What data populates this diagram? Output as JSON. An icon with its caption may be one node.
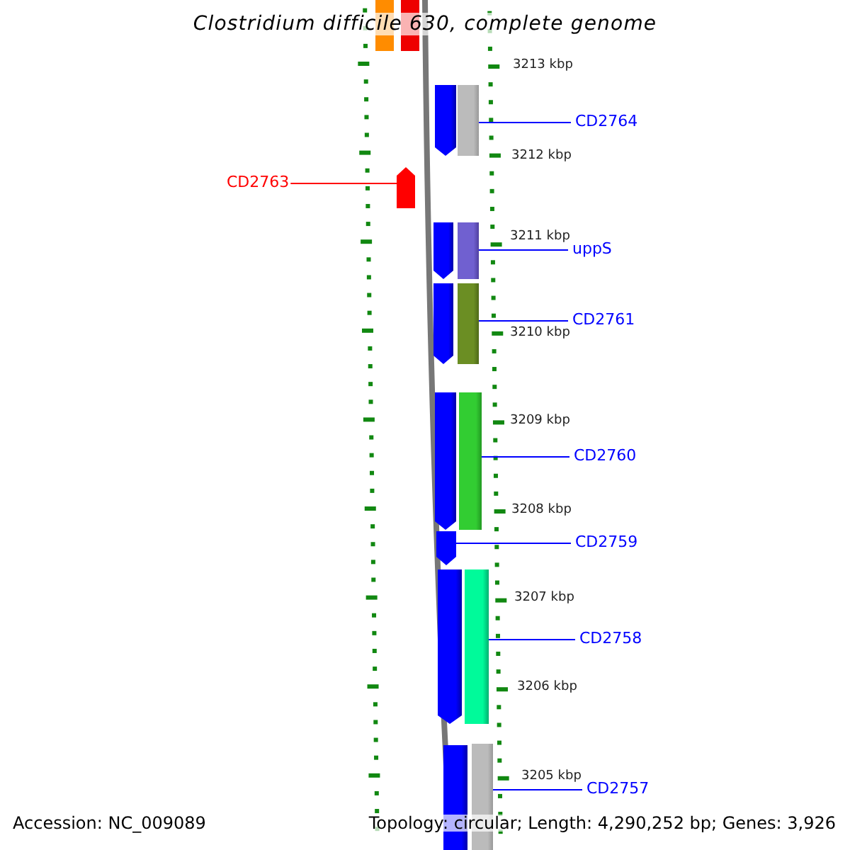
{
  "diagram": {
    "title": "Clostridium difficile 630, complete genome",
    "nodes": [
      {
        "text": [
          "CD2764"
        ]
      },
      {
        "text": [],
        "shape": "box"
      },
      {
        "text": [
          "CD2763"
        ]
      },
      {
        "text": [],
        "shape": "arrow"
      },
      {
        "text": [
          "uppS"
        ]
      },
      {
        "text": [],
        "shape": "box"
      },
      {
        "text": [
          "CD2761"
        ]
      },
      {
        "text": [],
        "shape": "box"
      },
      {
        "text": [
          "CD2760"
        ]
      },
      {
        "text": [],
        "shape": "box"
      },
      {
        "text": [
          "CD2759"
        ]
      },
      {
        "text": [],
        "shape": "arrow"
      },
      {
        "text": [
          "CD2758"
        ]
      },
      {
        "text": [],
        "shape": "box"
      },
      {
        "text": [
          "CD2757"
        ]
      },
      {
        "text": [],
        "shape": "box"
      }
    ],
    "edges": [
      {
        "from": 0,
        "to": 1,
        "arrow": "none"
      },
      {
        "from": 2,
        "to": 3,
        "arrow": "none",
        "color": "#ff0000"
      },
      {
        "from": 4,
        "to": 5,
        "arrow": "none"
      },
      {
        "from": 6,
        "to": 7,
        "arrow": "none"
      },
      {
        "from": 8,
        "to": 9,
        "arrow": "none"
      },
      {
        "from": 10,
        "to": 11,
        "arrow": "none"
      },
      {
        "from": 12,
        "to": 13,
        "arrow": "none"
      },
      {
        "from": 14,
        "to": 15,
        "arrow": "none"
      }
    ],
    "labels": [
      "3213 kbp",
      "3212 kbp",
      "3211 kbp",
      "3210 kbp",
      "3209 kbp",
      "3208 kbp",
      "3207 kbp",
      "3206 kbp",
      "3205 kbp",
      "Accession: NC_009089",
      "Topology: circular; Length: 4,290,252 bp; Genes: 3,926"
    ]
  }
}
